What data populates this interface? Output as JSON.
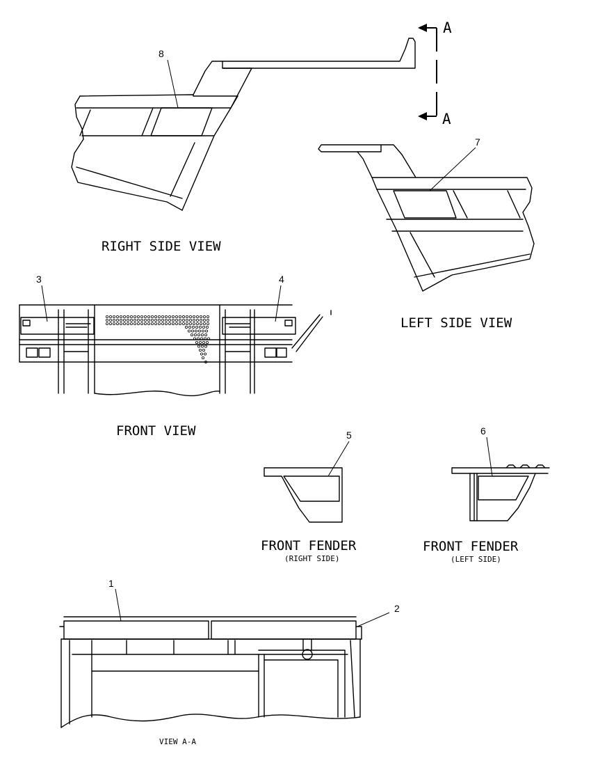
{
  "callouts": [
    "1",
    "2",
    "3",
    "4",
    "5",
    "6",
    "7",
    "8"
  ],
  "section_letter": "A",
  "views": {
    "right_side": "RIGHT SIDE VIEW",
    "left_side": "LEFT SIDE VIEW",
    "front": "FRONT VIEW",
    "front_fender_right": "FRONT FENDER",
    "front_fender_right_sub": "(RIGHT SIDE)",
    "front_fender_left": "FRONT FENDER",
    "front_fender_left_sub": "(LEFT SIDE)",
    "view_aa": "VIEW A-A"
  }
}
